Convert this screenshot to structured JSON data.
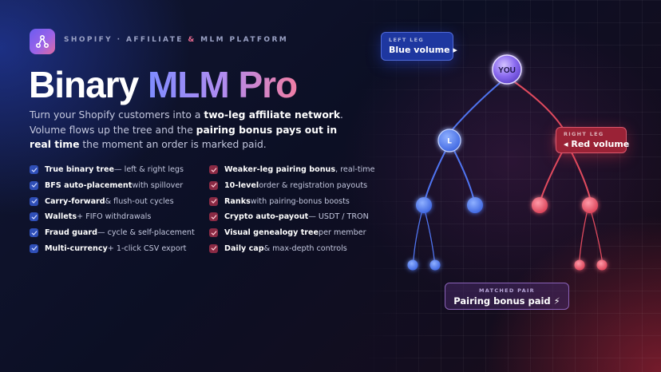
{
  "brand": {
    "eyebrow_part1": "SHOPIFY · AFFILIATE",
    "eyebrow_amp": "&",
    "eyebrow_part2": "MLM PLATFORM",
    "logo_icon": "network-tree-icon",
    "accent_blue": "#4f74f0",
    "accent_red": "#e04a5e"
  },
  "hero": {
    "title_plain": "Binary",
    "title_gradient": "MLM Pro",
    "desc_1": "Turn your Shopify customers into a ",
    "desc_b1": "two-leg affiliate network",
    "desc_2": ". Volume flows up the tree and the ",
    "desc_b2": "pairing bonus pays out in real time",
    "desc_3": " the moment an order is marked paid."
  },
  "features_left": [
    {
      "bold": "True binary tree",
      "rest": " — left & right legs"
    },
    {
      "bold": "BFS auto-placement",
      "rest": " with spillover"
    },
    {
      "bold": "Carry-forward",
      "rest": " & flush-out cycles"
    },
    {
      "bold": "Wallets",
      "rest": " + FIFO withdrawals"
    },
    {
      "bold": "Fraud guard",
      "rest": " — cycle & self-placement"
    },
    {
      "bold": "Multi-currency",
      "rest": " + 1-click CSV export"
    }
  ],
  "features_right": [
    {
      "bold": "Weaker-leg pairing bonus",
      "rest": ", real-time"
    },
    {
      "bold": "10-level",
      "rest": " order & registration payouts"
    },
    {
      "bold": "Ranks",
      "rest": " with pairing-bonus boosts"
    },
    {
      "bold": "Crypto auto-payout",
      "rest": " — USDT / TRON"
    },
    {
      "bold": "Visual genealogy tree",
      "rest": " per member"
    },
    {
      "bold": "Daily cap",
      "rest": " & max-depth controls"
    }
  ],
  "tree": {
    "root_label": "YOU",
    "left_node_label": "L",
    "left_leg_small": "LEFT LEG",
    "left_leg_big": "Blue volume ▸",
    "right_leg_small": "RIGHT LEG",
    "right_leg_big": "◂ Red volume",
    "pair_small": "MATCHED PAIR",
    "pair_big": "Pairing bonus paid ⚡"
  }
}
